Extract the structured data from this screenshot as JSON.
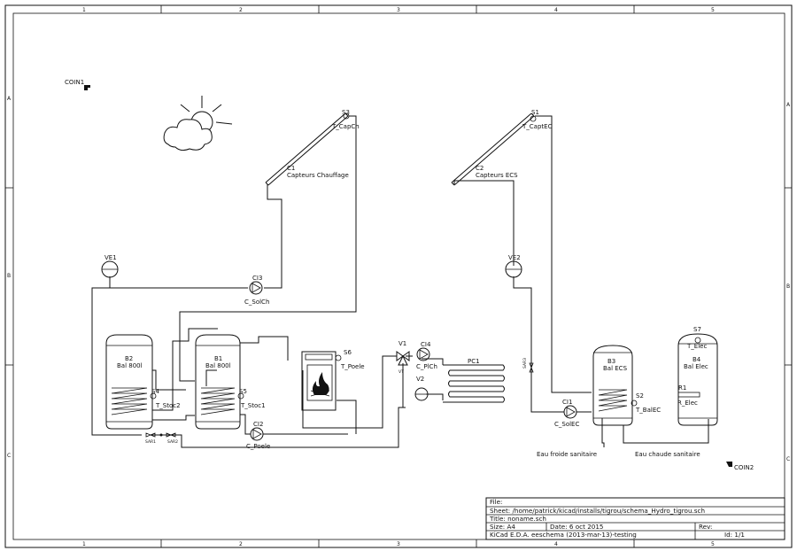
{
  "border": {
    "cols": [
      "1",
      "2",
      "3",
      "4",
      "5"
    ],
    "rows": [
      "A",
      "B",
      "C"
    ]
  },
  "coins": {
    "coin1": "COIN1",
    "coin2": "COIN2"
  },
  "collectors": [
    {
      "ref": "C1",
      "name": "Capteurs Chauffage",
      "sensor": "S3",
      "sensor_label": "T_CapCh"
    },
    {
      "ref": "C2",
      "name": "Capteurs ECS",
      "sensor": "S1",
      "sensor_label": "T_CaptEC"
    }
  ],
  "expansion": [
    {
      "ref": "VE1"
    },
    {
      "ref": "VE2"
    }
  ],
  "pumps": [
    {
      "ref": "CI3",
      "label": "C_SolCh"
    },
    {
      "ref": "CI2",
      "label": "C_Poele"
    },
    {
      "ref": "CI4",
      "label": "C_PlCh"
    },
    {
      "ref": "CI1",
      "label": "C_SolEC"
    }
  ],
  "tanks": [
    {
      "ref": "B2",
      "name": "Bal 800l",
      "sensor": "S4",
      "sensor_label": "T_Stoc2"
    },
    {
      "ref": "B1",
      "name": "Bal 800l",
      "sensor": "S5",
      "sensor_label": "T_Stoc1"
    },
    {
      "ref": "B3",
      "name": "Bal ECS",
      "sensor": "S2",
      "sensor_label": "T_BalEC"
    },
    {
      "ref": "B4",
      "name": "Bal Elec",
      "sensor": "S7",
      "sensor_label": "T_Elec"
    }
  ],
  "stove": {
    "sensor": "S6",
    "sensor_label": "T_Poele"
  },
  "valves": {
    "v1": "V1",
    "vt": "VT",
    "v2": "V2",
    "sar1": "SAR1",
    "sar2": "SAR2",
    "sar3": "SAR3"
  },
  "floor": {
    "ref": "PC1"
  },
  "resistor": {
    "ref": "R1",
    "label": "R_Elec"
  },
  "water": {
    "cold": "Eau froide sanitaire",
    "hot": "Eau chaude sanitaire"
  },
  "title_block": {
    "file": "File:",
    "sheet": "Sheet: /home/patrick/kicad/installs/tigrou/schema_Hydro_tigrou.sch",
    "title": "Title: noname.sch",
    "size": "Size: A4",
    "date": "Date: 6 oct 2015",
    "rev": "Rev:",
    "kicad": "KiCad E.D.A.  eeschema (2013-mar-13)-testing",
    "id": "Id: 1/1"
  }
}
